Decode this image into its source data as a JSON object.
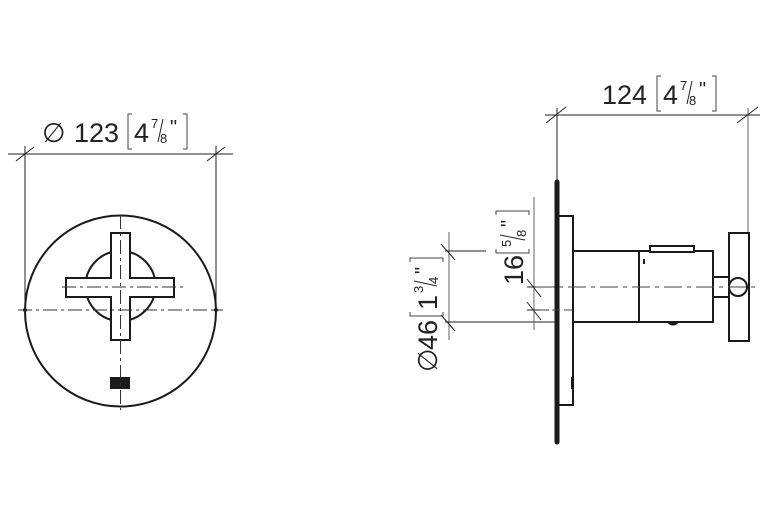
{
  "diagram": {
    "type": "technical-drawing",
    "colors": {
      "line": "#1a1a1a",
      "dim_line": "#555555",
      "background": "#ffffff"
    },
    "front_view": {
      "diameter_symbol": "∅",
      "diameter_mm": "123",
      "diameter_in_whole": "4",
      "diameter_in_num": "7",
      "diameter_in_den": "8",
      "inch_mark": "\"",
      "label": "∅ 123 [4 7/8\"]"
    },
    "side_view": {
      "depth_mm": "124",
      "depth_in_whole": "4",
      "depth_in_num": "7",
      "depth_in_den": "8",
      "depth_label": "124 [4 7/8\"]",
      "body_diameter_symbol": "∅",
      "body_diameter_mm": "46",
      "body_diameter_in_whole": "1",
      "body_diameter_in_num": "3",
      "body_diameter_in_den": "4",
      "body_diameter_label": "∅ 46 [1 3/4\"]",
      "offset_mm": "16",
      "offset_in_num": "5",
      "offset_in_den": "8",
      "offset_label": "16 [5/8\"]",
      "inch_mark": "\""
    }
  }
}
